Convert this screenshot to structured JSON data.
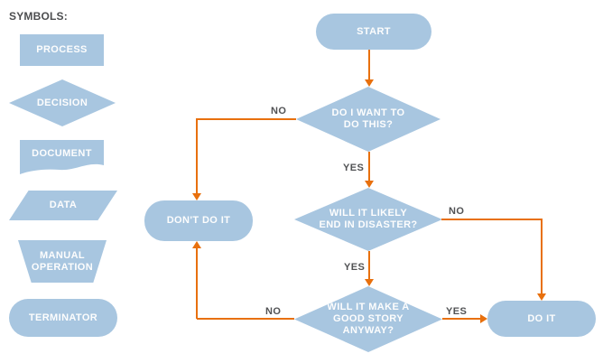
{
  "colors": {
    "shape_fill": "#a8c6e0",
    "arrow": "#e8700d",
    "edge_label_text": "#515254",
    "shape_text": "#fdfdfd",
    "background": "#ffffff"
  },
  "legend": {
    "title": "SYMBOLS:",
    "items": [
      {
        "type": "process",
        "label": "PROCESS"
      },
      {
        "type": "decision",
        "label": "DECISION"
      },
      {
        "type": "document",
        "label": "DOCUMENT"
      },
      {
        "type": "data",
        "label": "DATA"
      },
      {
        "type": "manual-operation",
        "label": "MANUAL\nOPERATION"
      },
      {
        "type": "terminator",
        "label": "TERMINATOR"
      }
    ]
  },
  "flowchart": {
    "nodes": [
      {
        "id": "start",
        "type": "terminator",
        "label": "START"
      },
      {
        "id": "q1",
        "type": "decision",
        "label": "DO I WANT TO\nDO THIS?"
      },
      {
        "id": "q2",
        "type": "decision",
        "label": "WILL IT LIKELY\nEND IN DISASTER?"
      },
      {
        "id": "q3",
        "type": "decision",
        "label": "WILL IT MAKE A\nGOOD STORY\nANYWAY?"
      },
      {
        "id": "dont_do_it",
        "type": "terminator",
        "label": "DON'T DO IT"
      },
      {
        "id": "do_it",
        "type": "terminator",
        "label": "DO IT"
      }
    ],
    "edges": [
      {
        "from": "start",
        "to": "q1",
        "label": ""
      },
      {
        "from": "q1",
        "to": "dont_do_it",
        "label": "NO"
      },
      {
        "from": "q1",
        "to": "q2",
        "label": "YES"
      },
      {
        "from": "q2",
        "to": "do_it",
        "label": "NO"
      },
      {
        "from": "q2",
        "to": "q3",
        "label": "YES"
      },
      {
        "from": "q3",
        "to": "dont_do_it",
        "label": "NO"
      },
      {
        "from": "q3",
        "to": "do_it",
        "label": "YES"
      }
    ]
  }
}
